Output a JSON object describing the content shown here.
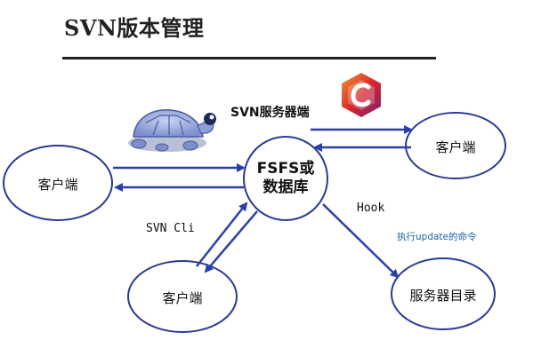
{
  "title": "SVN版本管理",
  "server_label": "SVN服务器端",
  "center_node": {
    "line1": "FSFS或",
    "line2": "数据库"
  },
  "nodes": {
    "client_left": "客户端",
    "client_right": "客户端",
    "client_bottom": "客户端",
    "server_dir": "服务器目录"
  },
  "edge_labels": {
    "svn_cli": "SVN Cli",
    "hook": "Hook",
    "update_cmd": "执行update的命令"
  },
  "colors": {
    "arrow": "#2b3fa8",
    "node_stroke": "#2b3a8f",
    "logo_gradient": [
      "#f29b2b",
      "#d9262e",
      "#7a1f6e"
    ]
  },
  "icons": [
    "tortoise-icon",
    "c-logo-icon"
  ]
}
